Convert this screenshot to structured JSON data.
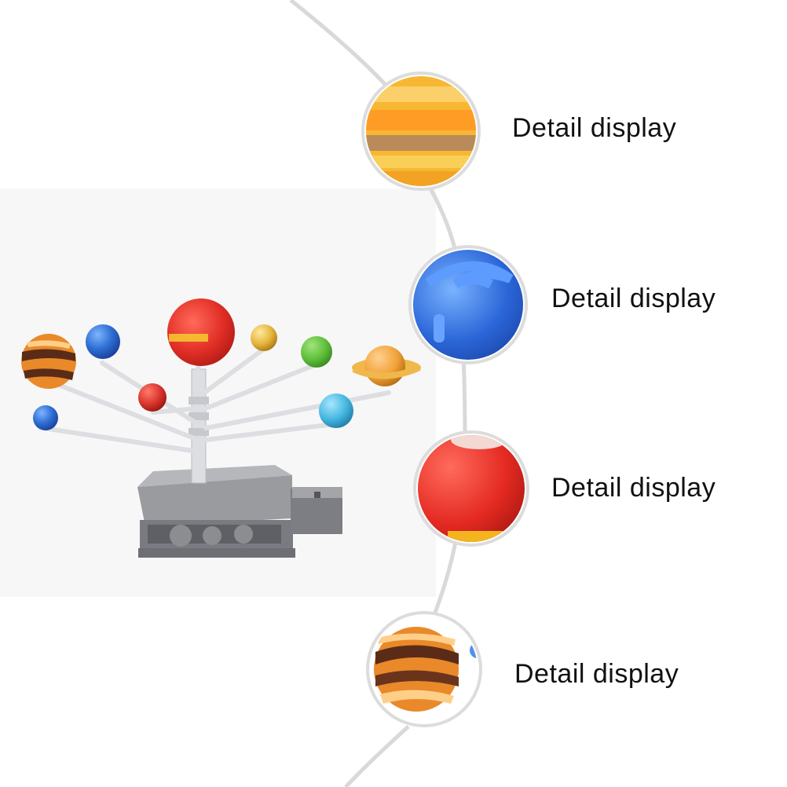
{
  "labels": [
    "Detail display",
    "Detail display",
    "Detail display",
    "Detail display"
  ],
  "colors": {
    "arc": "#d9d9d9",
    "stand": "#8c8d91",
    "rod": "#dcdee2",
    "sun_red": "#e43128",
    "jupiter_orange": "#f2a33a",
    "neptune_blue": "#2e6fd4",
    "earth_green": "#5fbf3a",
    "mars_red": "#d8342c",
    "uranus_cyan": "#45b7e0"
  }
}
